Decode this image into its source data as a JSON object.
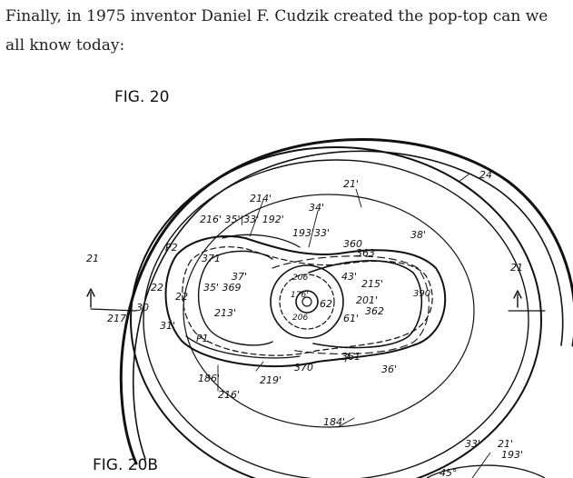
{
  "caption": "Finally, in 1975 inventor Daniel F. Cudzik created the pop-top can we all know today:",
  "figure": {
    "title_top": "FIG. 20",
    "title_bottom": "FIG. 20B",
    "labels": {
      "l21_top": "21'",
      "l24": "24'",
      "l214": "214'",
      "l34": "34'",
      "l216_35_33_192": "216' 35'|33' 192'",
      "l193_33": "193'33'",
      "l360": "360",
      "l363": "363",
      "l38": "38'",
      "l21_left": "21",
      "l21_right": "21",
      "lP2": "P2",
      "l371": "371",
      "l22a": "22",
      "l22b": "22",
      "l37": "37'",
      "l35_369": "35' 369",
      "l206a": "206",
      "l176": "176'",
      "l62": "62",
      "l43": "43'",
      "l215": "215'",
      "l201": "201'",
      "l362": "362",
      "l390": "390",
      "l217": "217",
      "l30": "30",
      "l213": "213'",
      "l206b": "206",
      "l61": "61'",
      "l31": "31'",
      "lP1": "P1",
      "l361": "361",
      "l370": "370",
      "l36": "36'",
      "l186": "186'",
      "l219": "219'",
      "l216b": "216'",
      "l184": "184'",
      "l33b": "33'",
      "l21b": "21'",
      "l193b": "193'",
      "l45": "45°"
    }
  }
}
